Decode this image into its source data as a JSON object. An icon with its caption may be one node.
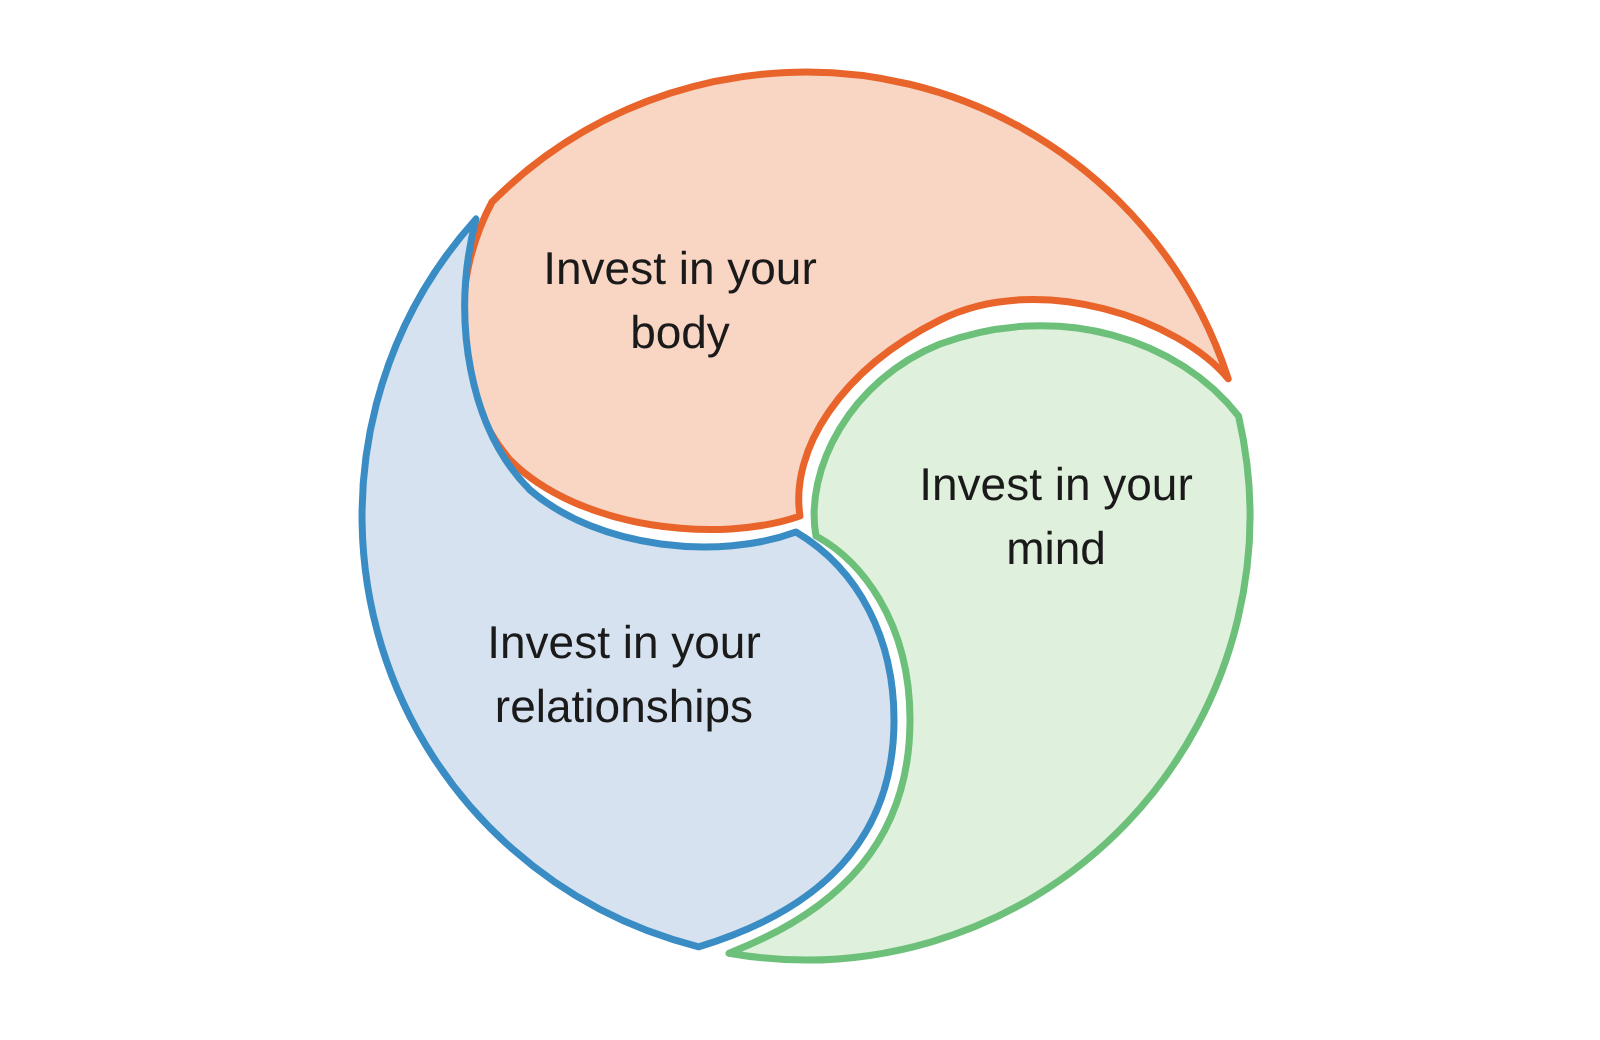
{
  "diagram": {
    "nodes": [
      {
        "text": [
          "Invest in your body"
        ]
      },
      {
        "text": [
          "Invest in your mind"
        ]
      },
      {
        "text": [
          "Invest in your relationships"
        ]
      }
    ]
  }
}
